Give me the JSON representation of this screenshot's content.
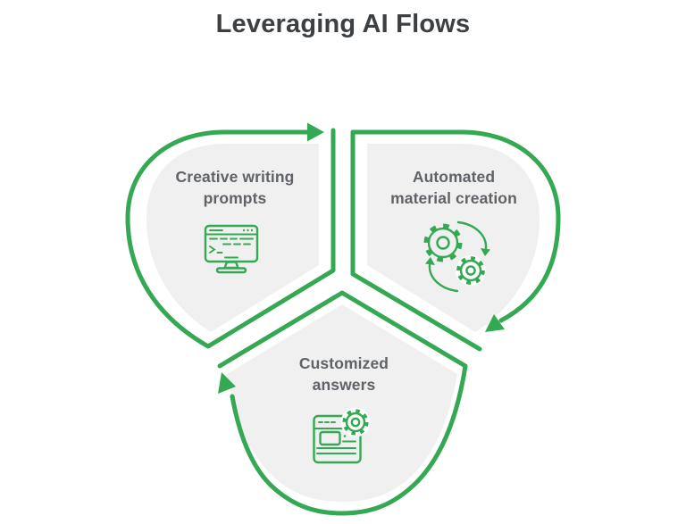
{
  "title": "Leveraging AI Flows",
  "colors": {
    "accent_green": "#34a853",
    "segment_fill": "#f0f0f0",
    "label_text": "#5f6368",
    "title_text": "#3c4043",
    "background": "#ffffff"
  },
  "flow": {
    "direction": "clockwise",
    "arrow_count": 3
  },
  "segments": [
    {
      "name": "creative-writing-prompts",
      "label": [
        "Creative writing",
        "prompts"
      ],
      "icon": "terminal-monitor-icon",
      "position": "top-left"
    },
    {
      "name": "automated-material-creation",
      "label": [
        "Automated",
        "material creation"
      ],
      "icon": "gears-refresh-icon",
      "position": "top-right"
    },
    {
      "name": "customized-answers",
      "label": [
        "Customized",
        "answers"
      ],
      "icon": "browser-gear-icon",
      "position": "bottom"
    }
  ]
}
